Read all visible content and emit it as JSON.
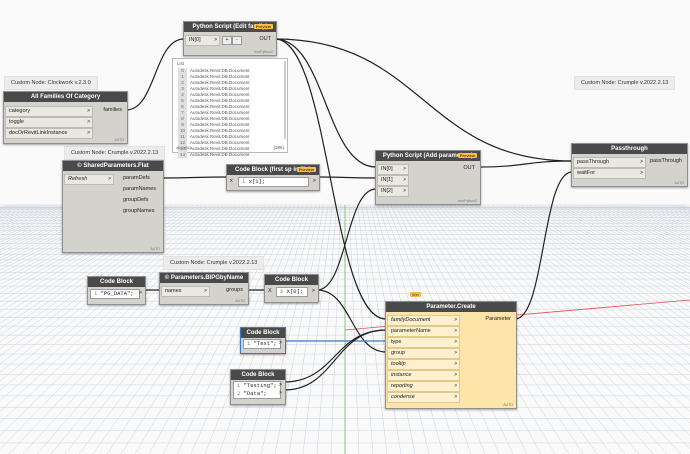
{
  "notes": {
    "clockwork": "Custom Node: Clockwork v.2.3.0",
    "crumple_passthrough": "Custom Node: Crumple v.2022.2.13",
    "crumple_shared": "Custom Node: Crumple v.2022.2.13",
    "crumple_bip": "Custom Node: Crumple v.2022.2.13"
  },
  "node_all_families": {
    "title": "All Families Of Category",
    "inputs": [
      "category",
      "toggle",
      "docOrRevitLinkInstance"
    ],
    "output": "families",
    "foot": "AUTO"
  },
  "node_python_edit": {
    "title": "Python Script (Edit family)",
    "badge": "Preview",
    "input": "IN[0]",
    "plus": "+",
    "minus": "-",
    "output": "OUT",
    "foot": "IronPython2",
    "preview": {
      "header": "List",
      "rows": [
        {
          "i": "0",
          "v": "Autodesk.Revit.DB.Document"
        },
        {
          "i": "1",
          "v": "Autodesk.Revit.DB.Document"
        },
        {
          "i": "2",
          "v": "Autodesk.Revit.DB.Document"
        },
        {
          "i": "3",
          "v": "Autodesk.Revit.DB.Document"
        },
        {
          "i": "4",
          "v": "Autodesk.Revit.DB.Document"
        },
        {
          "i": "5",
          "v": "Autodesk.Revit.DB.Document"
        },
        {
          "i": "6",
          "v": "Autodesk.Revit.DB.Document"
        },
        {
          "i": "7",
          "v": "Autodesk.Revit.DB.Document"
        },
        {
          "i": "8",
          "v": "Autodesk.Revit.DB.Document"
        },
        {
          "i": "9",
          "v": "Autodesk.Revit.DB.Document"
        },
        {
          "i": "10",
          "v": "Autodesk.Revit.DB.Document"
        },
        {
          "i": "11",
          "v": "Autodesk.Revit.DB.Document"
        },
        {
          "i": "12",
          "v": "Autodesk.Revit.DB.Document"
        },
        {
          "i": "13",
          "v": "Autodesk.Revit.DB.Document"
        },
        {
          "i": "14",
          "v": "Autodesk.Revit.DB.Document"
        }
      ],
      "footer_left": "@L2 @L1",
      "footer_right": "{186}"
    }
  },
  "node_shared_params": {
    "title": "© SharedParameters.Flat",
    "input": "Refresh",
    "outputs": [
      "paramDefs",
      "paramNames",
      "groupDefs",
      "groupNames"
    ],
    "foot": "AUTO"
  },
  "node_code_first": {
    "title": "Code Block (first sp in file)",
    "badge": "Preview",
    "line": "1",
    "code": "x[1];",
    "in": "x"
  },
  "node_python_add": {
    "title": "Python Script (Add parameters)",
    "badge": "Preview",
    "inputs": [
      "IN[0]",
      "IN[1]",
      "IN[2]"
    ],
    "output": "OUT",
    "foot": "IronPython2"
  },
  "node_passthrough": {
    "title": "Passthrough",
    "inputs": [
      "passThrough",
      "waitFor"
    ],
    "output": "passThrough",
    "foot": "AUTO"
  },
  "node_code_pg": {
    "title": "Code Block",
    "line": "1",
    "code": "\"PG_DATA\";"
  },
  "node_bip": {
    "title": "© Parameters.BIPGbyName",
    "input": "names",
    "output": "groups",
    "foot": "AUTO"
  },
  "node_code_x0": {
    "title": "Code Block",
    "in": "X",
    "line": "1",
    "code": "X[0];"
  },
  "node_code_text": {
    "title": "Code Block",
    "line": "1",
    "code": "\"Text\";"
  },
  "node_code_testing": {
    "title": "Code Block",
    "lines": [
      {
        "n": "1",
        "c": "\"Testing\";"
      },
      {
        "n": "2",
        "c": "\"Data\";"
      }
    ]
  },
  "node_param_create": {
    "title": "Parameter.Create",
    "badge": "Win",
    "inputs": [
      "familyDocument",
      "parameterName",
      "type",
      "group",
      "tooltip",
      "instance",
      "reporting",
      "condense"
    ],
    "output": "Parameter",
    "foot": "AUTO"
  },
  "colors": {
    "wire": "#222222",
    "wire_blue": "#3a79c7",
    "grid": "#c9d3dc",
    "header": "#4a4a4a",
    "node_body": "#d4d2cc",
    "selected_node": "#fde4a8"
  }
}
